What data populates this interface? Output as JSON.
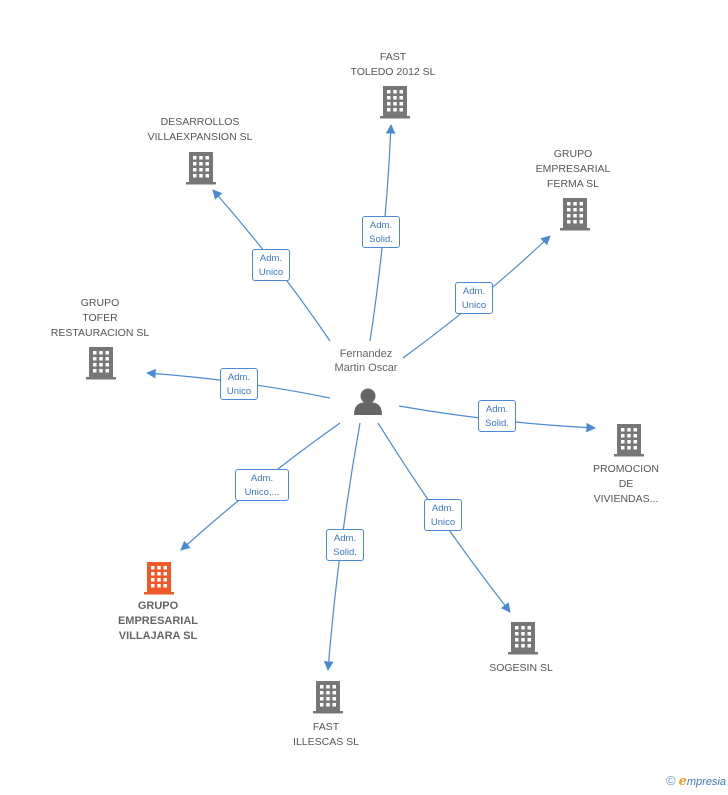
{
  "center": {
    "name_lines": [
      "Fernandez",
      "Martin Oscar"
    ]
  },
  "colors": {
    "edge": "#4a8ad4",
    "building": "#777777",
    "highlight_building": "#f05a2a",
    "person": "#666666"
  },
  "nodes": [
    {
      "id": "fast-toledo",
      "lines": [
        "FAST",
        "TOLEDO 2012 SL"
      ],
      "badge": [
        "Adm.",
        "Solid."
      ],
      "highlight": false
    },
    {
      "id": "desarrollos-villaexpansion",
      "lines": [
        "DESARROLLOS",
        "VILLAEXPANSION SL"
      ],
      "badge": [
        "Adm.",
        "Unico"
      ],
      "highlight": false
    },
    {
      "id": "grupo-empresarial-ferma",
      "lines": [
        "GRUPO",
        "EMPRESARIAL",
        "FERMA SL"
      ],
      "badge": [
        "Adm.",
        "Unico"
      ],
      "highlight": false
    },
    {
      "id": "grupo-tofer",
      "lines": [
        "GRUPO",
        "TOFER",
        "RESTAURACION SL"
      ],
      "badge": [
        "Adm.",
        "Unico"
      ],
      "highlight": false
    },
    {
      "id": "promocion-viviendas",
      "lines": [
        "PROMOCION",
        "DE",
        "VIVIENDAS..."
      ],
      "badge": [
        "Adm.",
        "Solid."
      ],
      "highlight": false
    },
    {
      "id": "grupo-villajara",
      "lines": [
        "GRUPO",
        "EMPRESARIAL",
        "VILLAJARA SL"
      ],
      "badge": [
        "Adm.",
        "Unico,..."
      ],
      "highlight": true
    },
    {
      "id": "sogesin",
      "lines": [
        "SOGESIN SL"
      ],
      "badge": [
        "Adm.",
        "Unico"
      ],
      "highlight": false
    },
    {
      "id": "fast-illescas",
      "lines": [
        "FAST",
        "ILLESCAS SL"
      ],
      "badge": [
        "Adm.",
        "Solid."
      ],
      "highlight": false
    }
  ],
  "footer": {
    "copyright": "©",
    "brand_initial": "e",
    "brand_rest": "mpresia"
  }
}
